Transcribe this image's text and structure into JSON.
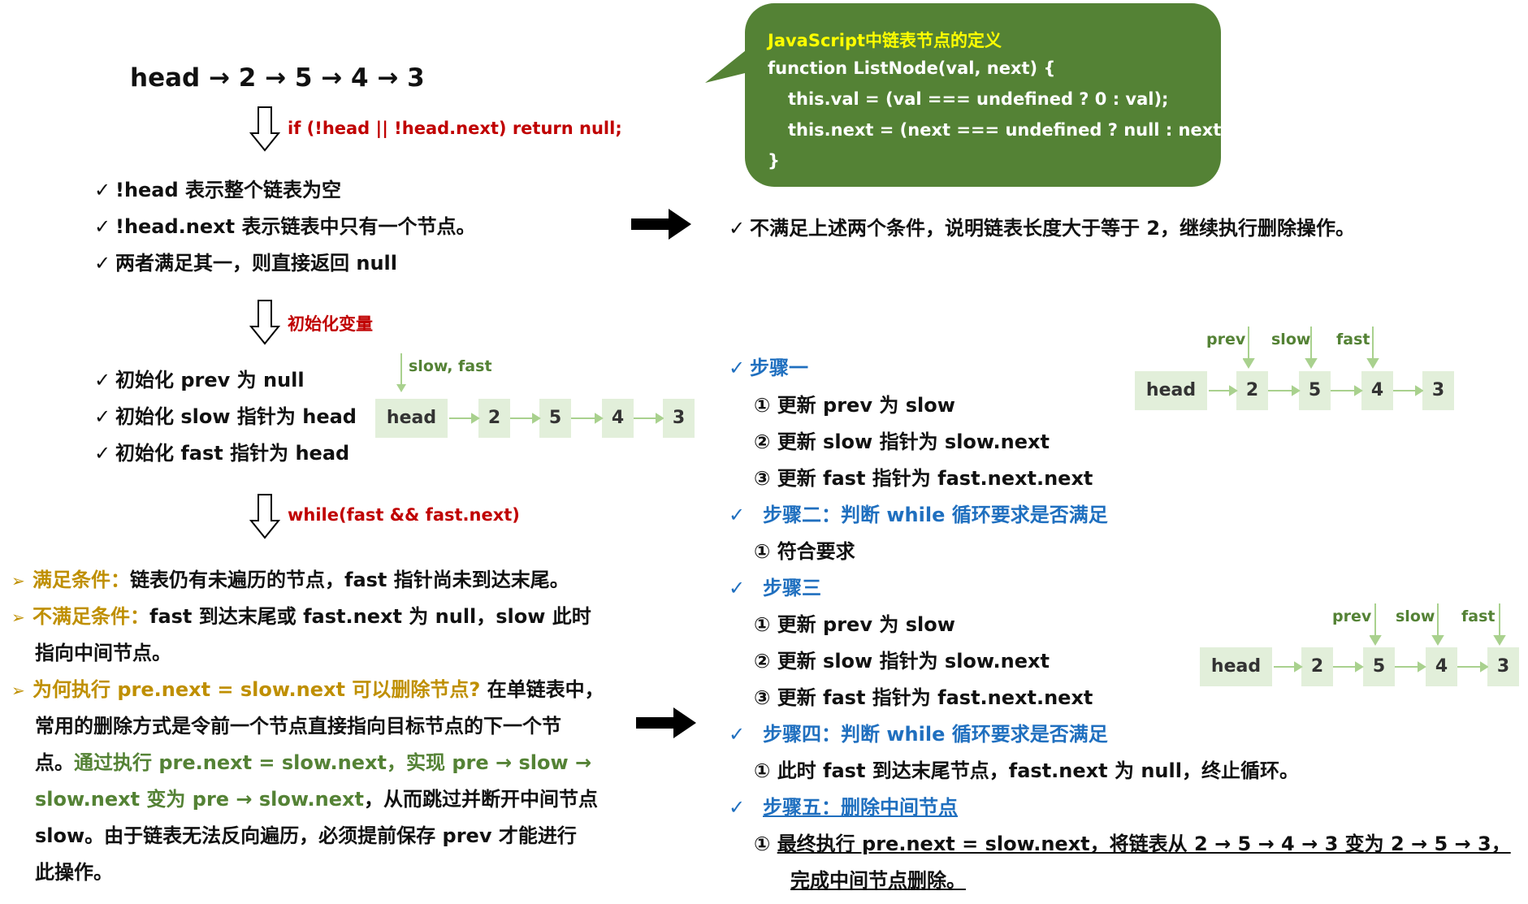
{
  "left": {
    "sequence": "head → 2 → 5 → 4 → 3",
    "cond1": "if (!head || !head.next) return null;",
    "checks1": [
      "!head 表示整个链表为空",
      "!head.next 表示链表中只有一个节点。",
      "两者满足其一，则直接返回 null"
    ],
    "cond2": "初始化变量",
    "checks2": [
      "初始化 prev 为 null",
      "初始化 slow 指针为 head",
      "初始化 fast 指针为 head"
    ],
    "pointer_label": "slow, fast",
    "nodes": [
      "head",
      "2",
      "5",
      "4",
      "3"
    ],
    "cond3": "while(fast && fast.next)",
    "b1_key": "满足条件：",
    "b1_text": "链表仍有未遍历的节点，fast 指针尚未到达末尾。",
    "b2_key": "不满足条件：",
    "b2_text": "fast 到达末尾或 fast.next 为 null，slow 此时",
    "b2_cont": "指向中间节点。",
    "b3_key": "为何执行 pre.next = slow.next 可以删除节点?",
    "b3_text": " 在单链表中，",
    "b3_l2": "常用的删除方式是令前一个节点直接指向目标节点的下一个节",
    "b3_l3a": "点。",
    "b3_l3b": "通过执行 pre.next = slow.next，实现 pre → slow →",
    "b3_l4a": "slow.next 变为 pre → slow.next",
    "b3_l4b": "，从而跳过并断开中间节点",
    "b3_l5": "slow。由于链表无法反向遍历，必须提前保存 prev 才能进行",
    "b3_l6": "此操作。"
  },
  "code": {
    "title": "JavaScript中链表节点的定义",
    "lines": [
      "function ListNode(val, next) {",
      "this.val = (val === undefined ? 0 : val);",
      "this.next = (next === undefined ? null : next);",
      "}"
    ]
  },
  "right": {
    "check_top": "不满足上述两个条件，说明链表长度大于等于 2，继续执行删除操作。",
    "step1": "步骤一",
    "step1_items": [
      "更新 prev 为 slow",
      "更新 slow 指针为 slow.next",
      "更新 fast 指针为 fast.next.next"
    ],
    "step2": "步骤二：判断 while 循环要求是否满足",
    "step2_items": [
      "符合要求"
    ],
    "step3": "步骤三",
    "step3_items": [
      "更新 prev 为 slow",
      "更新 slow 指针为 slow.next",
      "更新 fast 指针为 fast.next.next"
    ],
    "step4": "步骤四：判断 while 循环要求是否满足",
    "step4_items": [
      "此时 fast 到达末尾节点，fast.next 为 null，终止循环。"
    ],
    "step5": "步骤五：删除中间节点",
    "step5_line1": "最终执行 pre.next = slow.next，将链表从 2 → 5 → 4 → 3 变为 2 → 5 → 3，",
    "step5_line2": "完成中间节点删除。",
    "markers": [
      "①",
      "②",
      "③"
    ],
    "diagram_labels": [
      "prev",
      "slow",
      "fast"
    ],
    "nodes": [
      "head",
      "2",
      "5",
      "4",
      "3"
    ]
  },
  "colors": {
    "red": "#c00000",
    "blue": "#1f6fbf",
    "gold": "#bf8f00",
    "green": "#548235",
    "node_fill": "#e2efda",
    "arrow": "#a9d18e"
  }
}
